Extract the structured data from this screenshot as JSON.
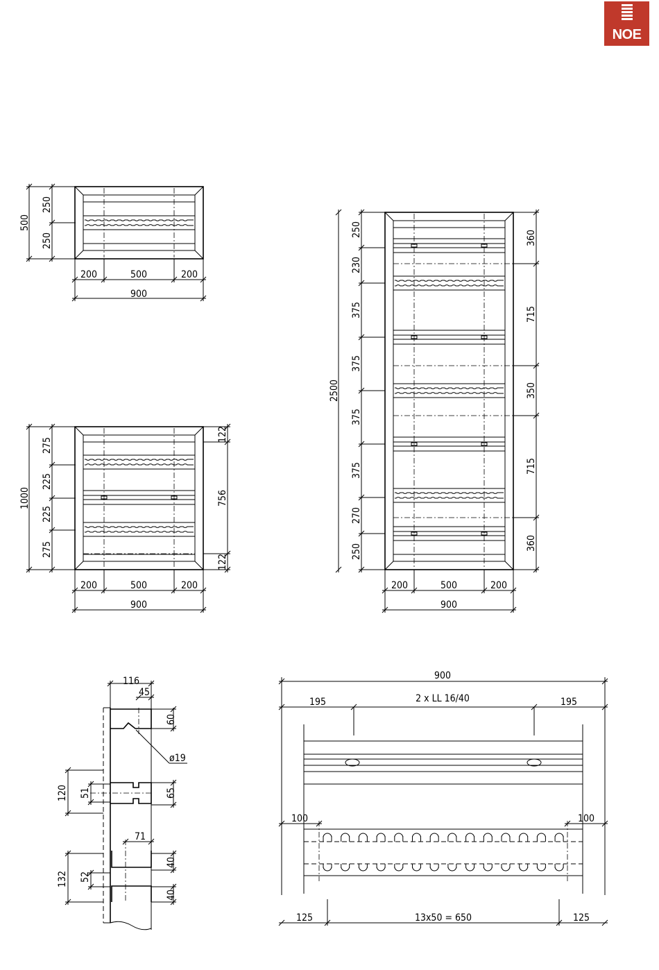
{
  "logo": {
    "text": "NOE",
    "color": "#c0392b"
  },
  "panel_500": {
    "height_total": "500",
    "heights": [
      "250",
      "250"
    ],
    "widths": [
      "200",
      "500",
      "200"
    ],
    "width_total": "900"
  },
  "panel_1000": {
    "height_total": "1000",
    "heights": [
      "275",
      "225",
      "225",
      "275"
    ],
    "right_heights": [
      "122",
      "756",
      "122"
    ],
    "widths": [
      "200",
      "500",
      "200"
    ],
    "width_total": "900"
  },
  "panel_2500": {
    "height_total": "2500",
    "heights": [
      "250",
      "230",
      "375",
      "375",
      "375",
      "375",
      "270",
      "250"
    ],
    "right_heights": [
      "360",
      "715",
      "350",
      "715",
      "360"
    ],
    "widths": [
      "200",
      "500",
      "200"
    ],
    "width_total": "900"
  },
  "profile_section": {
    "width": "116",
    "offset": "45",
    "top_height": "60",
    "hole": "ø19",
    "mid_pitch": "120",
    "mid_inner": "51",
    "mid_height": "65",
    "channel_depth": "71",
    "channel_pitch": "132",
    "channel_gap": "52",
    "channel_h1": "40",
    "channel_h2": "40"
  },
  "rail_detail": {
    "width_total": "900",
    "left_offset": "195",
    "label": "2 x LL 16/40",
    "right_offset": "195",
    "left_margin": "100",
    "right_margin": "100",
    "left_end": "125",
    "pitch": "13x50 = 650",
    "right_end": "125"
  }
}
